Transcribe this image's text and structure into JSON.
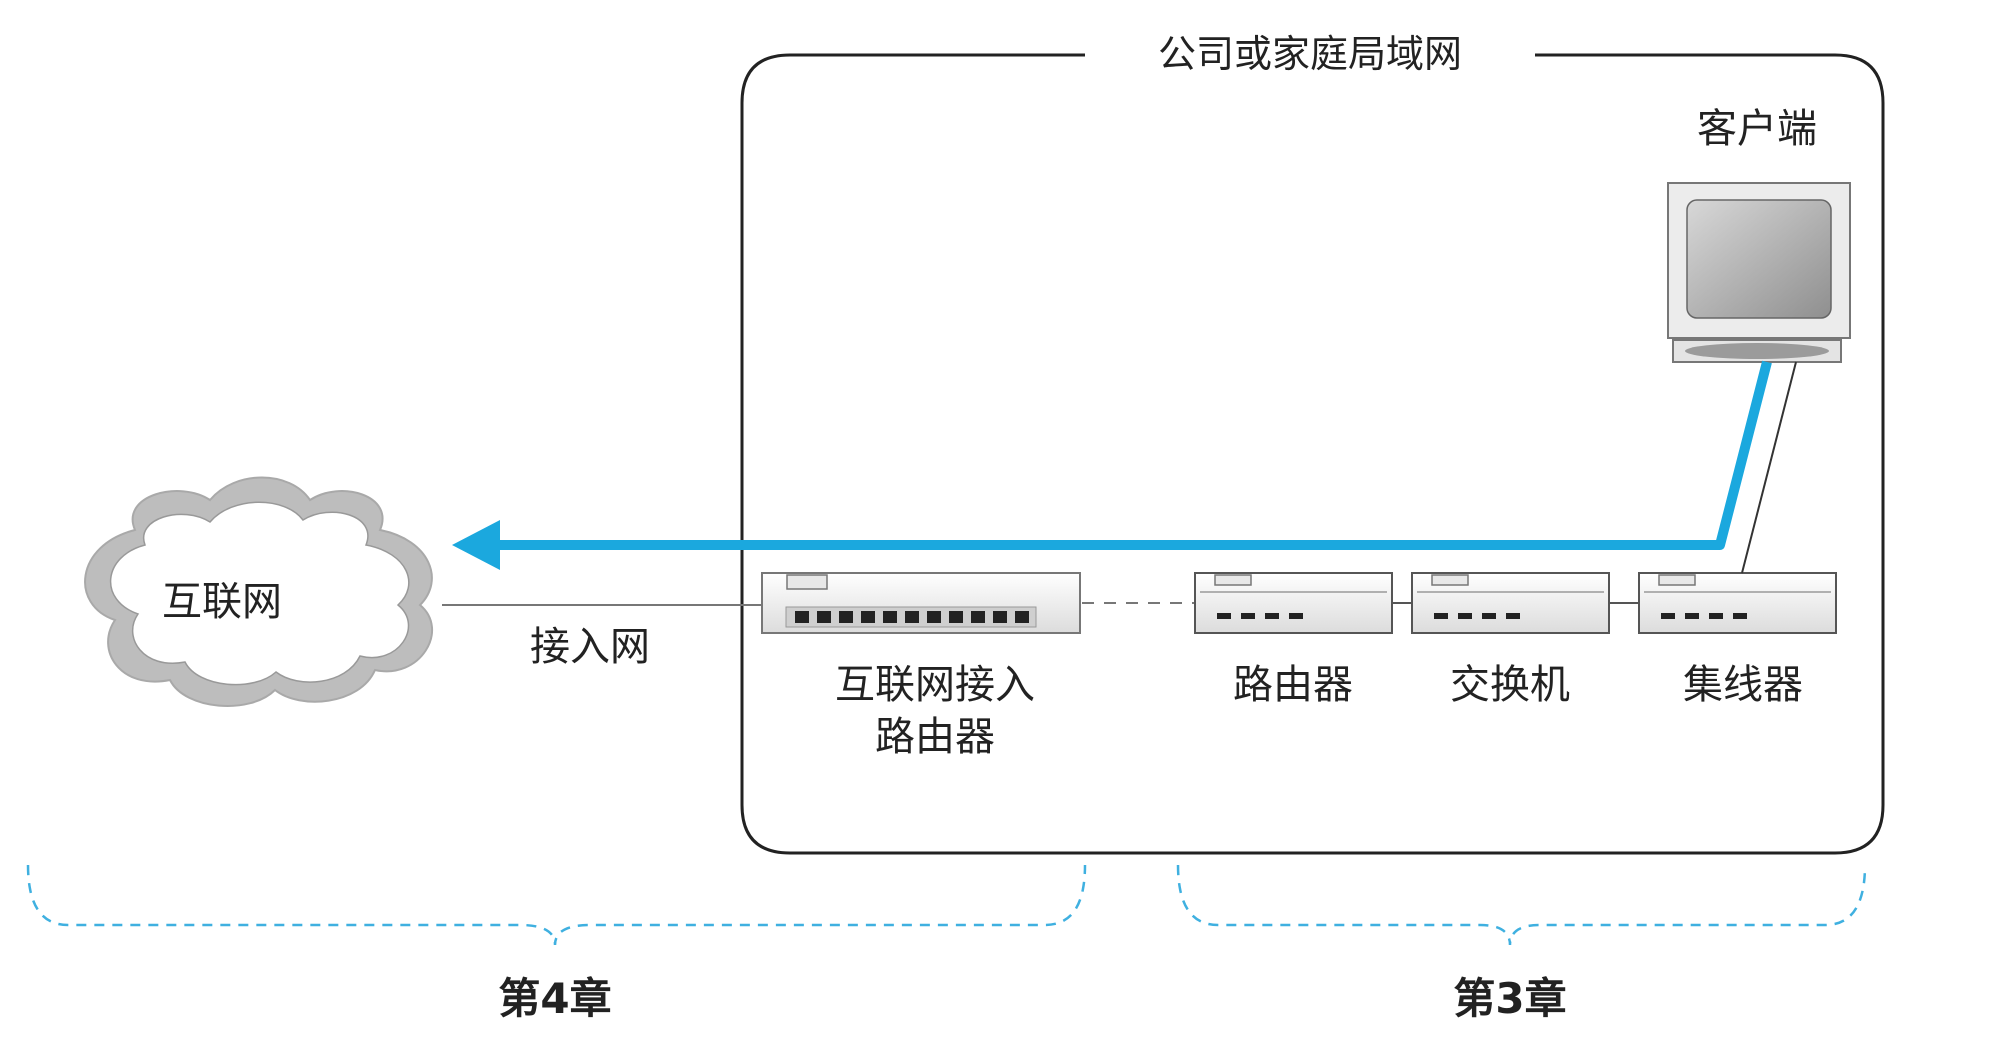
{
  "lan": {
    "title": "公司或家庭局域网"
  },
  "nodes": {
    "internet": "互联网",
    "access_net": "接入网",
    "access_router_line1": "互联网接入",
    "access_router_line2": "路由器",
    "router": "路由器",
    "switch": "交换机",
    "hub": "集线器",
    "client": "客户端"
  },
  "chapters": {
    "left": "第4章",
    "right": "第3章"
  },
  "colors": {
    "arrow": "#1ba8de",
    "brace": "#3fb0e0",
    "frame": "#222222"
  }
}
